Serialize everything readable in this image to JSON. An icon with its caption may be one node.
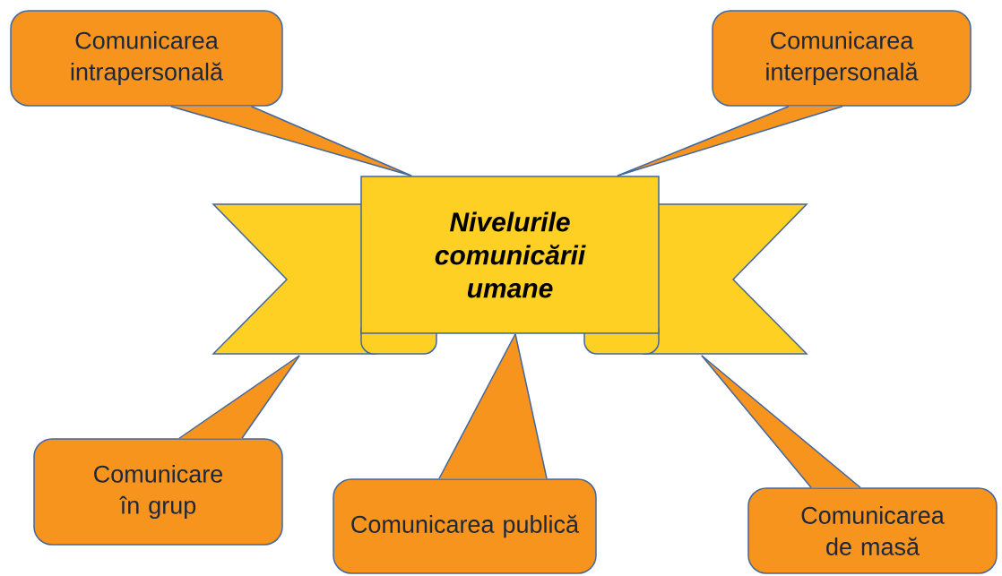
{
  "diagram": {
    "nodes": [
      {
        "text": [
          "Nivelurile comunicării umane"
        ]
      },
      {
        "text": [
          "Comunicarea intrapersonală"
        ]
      },
      {
        "text": [
          "Comunicarea interpersonală"
        ]
      },
      {
        "text": [
          "Comunicare în grup"
        ]
      },
      {
        "text": [
          "Comunicarea publică"
        ]
      },
      {
        "text": [
          "Comunicarea de masă"
        ]
      }
    ],
    "edges": [
      {
        "from": 1,
        "to": 0,
        "arrow": "none"
      },
      {
        "from": 2,
        "to": 0,
        "arrow": "none"
      },
      {
        "from": 3,
        "to": 0,
        "arrow": "none"
      },
      {
        "from": 4,
        "to": 0,
        "arrow": "none"
      },
      {
        "from": 5,
        "to": 0,
        "arrow": "none"
      }
    ]
  }
}
